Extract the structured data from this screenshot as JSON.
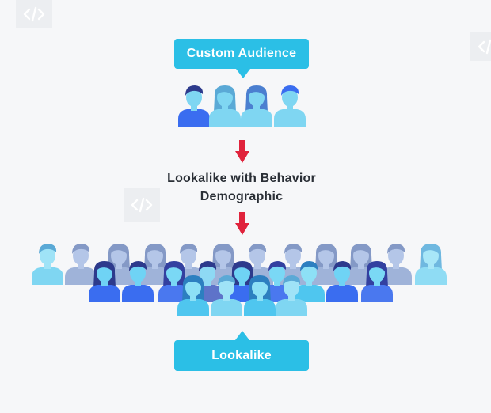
{
  "diagram": {
    "top_callout": "Custom Audience",
    "middle_label_line1": "Lookalike with  Behavior",
    "middle_label_line2": "Demographic",
    "bottom_callout": "Lookalike",
    "icons": [
      "code-icon",
      "arrow-down-icon",
      "person-icon"
    ],
    "colors": {
      "callout": "#2bbfe6",
      "arrow": "#e0233c",
      "person_light": "#7fd6f2",
      "person_gray": "#9fb3d9",
      "person_blue": "#3a6df0",
      "person_dark_hair": "#2d3a8c"
    }
  }
}
